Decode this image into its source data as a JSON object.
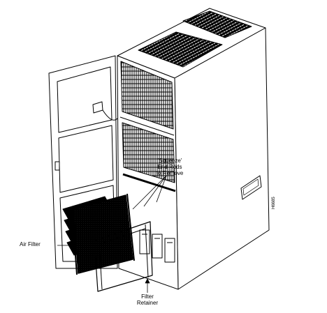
{
  "callouts": {
    "squeeze_line1": "'Squeeze'",
    "squeeze_line2": "End Rods",
    "squeeze_line3": "to Remove",
    "air_filter": "Air Filter",
    "retainer_line1": "Filter",
    "retainer_line2": "Retainer",
    "figure_code": "H6685"
  },
  "colors": {
    "ink": "#000000",
    "paper": "#ffffff",
    "shade": "#bdbdbd"
  }
}
